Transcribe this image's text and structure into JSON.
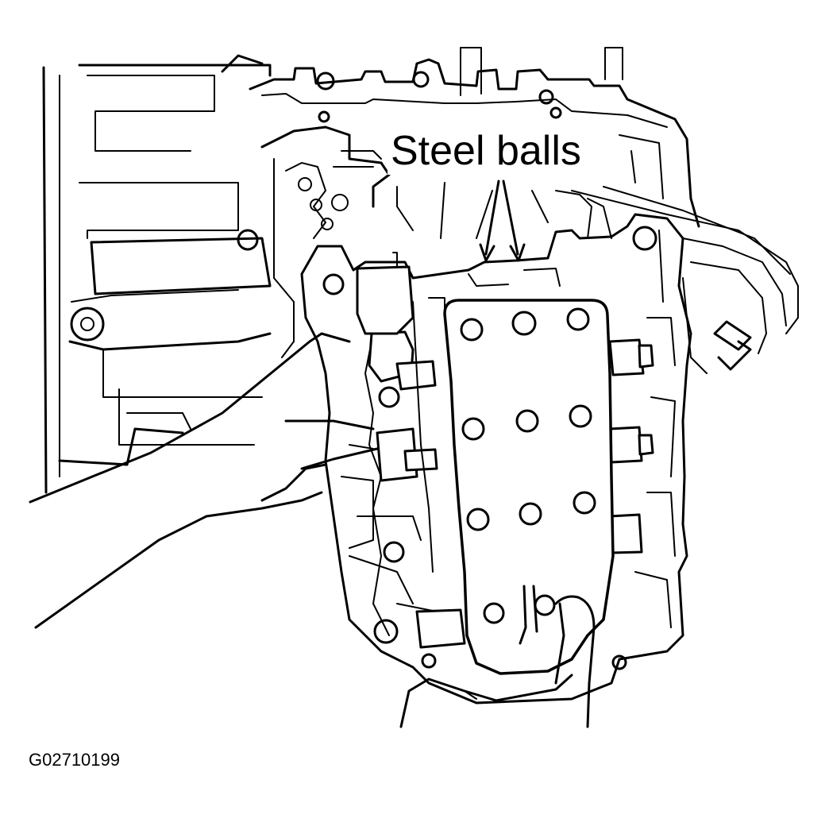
{
  "diagram": {
    "callout_label": "Steel balls",
    "figure_id": "G02710199",
    "components": {
      "transmission_case": "transmission-case",
      "valve_body": "valve-body",
      "separator_plate": "separator-plate",
      "left_hand": "left-hand",
      "right_hand": "right-hand",
      "wire_harness": "wire-harness"
    },
    "colors": {
      "line": "#000000",
      "background": "#ffffff"
    }
  }
}
